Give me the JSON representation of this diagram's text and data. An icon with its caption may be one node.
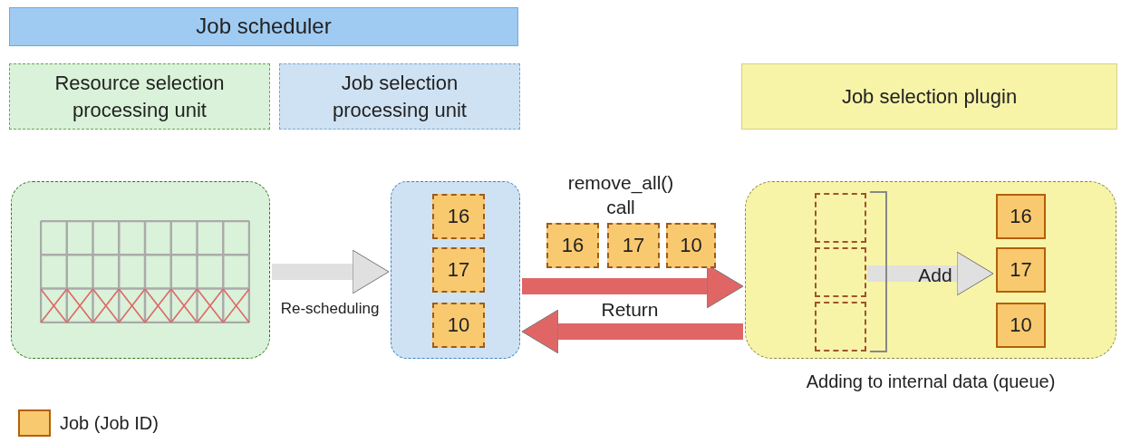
{
  "diagram": {
    "nodes": [
      {
        "text": [
          "Job scheduler"
        ]
      },
      {
        "text": [
          "Resource selection processing unit"
        ]
      },
      {
        "text": [
          "Job selection processing unit"
        ]
      },
      {
        "text": [
          "Job selection plugin"
        ]
      },
      {
        "text": [],
        "shape": "box"
      },
      {
        "text": [],
        "shape": "box"
      },
      {
        "text": [
          "16"
        ],
        "in": 5
      },
      {
        "text": [
          "17"
        ],
        "in": 5
      },
      {
        "text": [
          "10"
        ],
        "in": 5
      },
      {
        "text": [
          "16"
        ]
      },
      {
        "text": [
          "17"
        ]
      },
      {
        "text": [
          "10"
        ]
      },
      {
        "text": [],
        "shape": "box",
        "beside": [
          "Adding to internal data (queue)"
        ]
      },
      {
        "text": [],
        "shape": "box",
        "in": 12
      },
      {
        "text": [],
        "shape": "box",
        "in": 12
      },
      {
        "text": [],
        "shape": "box",
        "in": 12
      },
      {
        "text": [
          "16"
        ],
        "in": 12
      },
      {
        "text": [
          "17"
        ],
        "in": 12
      },
      {
        "text": [
          "10"
        ],
        "in": 12
      }
    ],
    "edges": [
      {
        "from": 4,
        "to": 5,
        "arrow": "to",
        "label": "Re-scheduling"
      },
      {
        "from": 5,
        "to": 12,
        "arrow": "to",
        "label": "remove_all() call",
        "color": "#e06666"
      },
      {
        "from": 12,
        "to": 5,
        "arrow": "to",
        "label": "Return",
        "color": "#e06666"
      },
      {
        "from": 14,
        "to": 17,
        "arrow": "to",
        "label": "Add"
      }
    ],
    "legend": [
      {
        "text": "Job (Job ID)",
        "color": "#f9c96f"
      }
    ]
  }
}
